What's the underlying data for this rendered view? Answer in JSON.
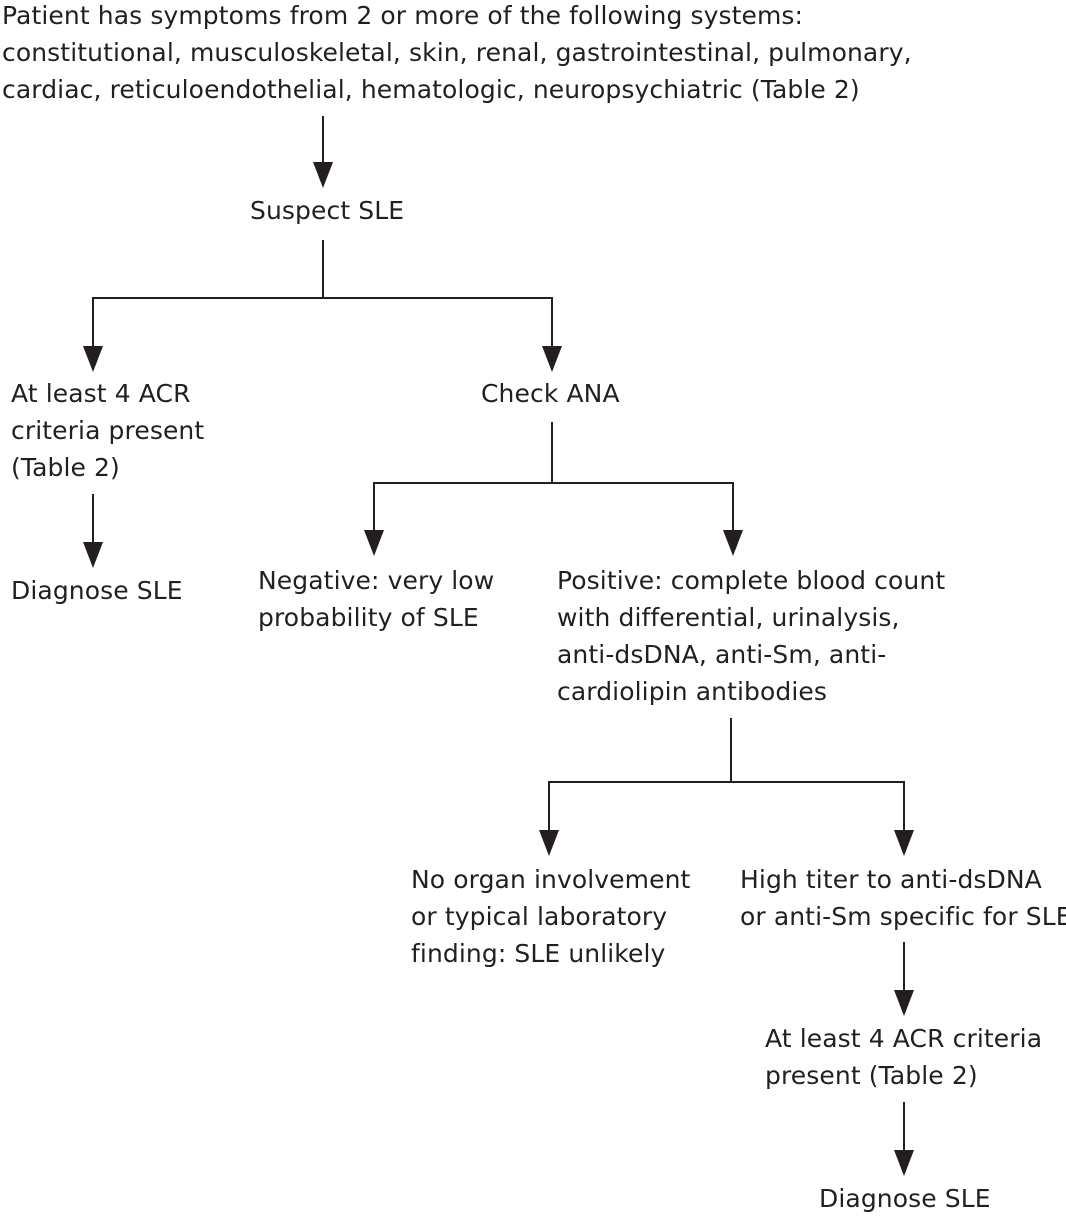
{
  "nodes": {
    "symptoms": [
      "Patient has symptoms from 2 or more of the following systems:",
      "constitutional, musculoskeletal, skin, renal, gastrointestinal, pulmonary,",
      "cardiac, reticuloendothelial, hematologic, neuropsychiatric (Table 2)"
    ],
    "suspect": [
      "Suspect SLE"
    ],
    "acr_left": [
      "At least 4 ACR",
      "criteria present",
      "(Table 2)"
    ],
    "diagnose_left": [
      "Diagnose SLE"
    ],
    "check_ana": [
      "Check ANA"
    ],
    "negative": [
      "Negative: very low",
      "probability of SLE"
    ],
    "positive": [
      "Positive: complete blood count",
      "with differential, urinalysis,",
      "anti-dsDNA, anti-Sm, anti-",
      "cardiolipin antibodies"
    ],
    "no_organ": [
      "No organ involvement",
      "or typical laboratory",
      "finding: SLE unlikely"
    ],
    "high_titer": [
      "High titer to anti-dsDNA",
      "or anti-Sm specific for SLE"
    ],
    "acr_right": [
      "At least 4 ACR criteria",
      "present (Table 2)"
    ],
    "diagnose_right": [
      "Diagnose SLE"
    ]
  }
}
